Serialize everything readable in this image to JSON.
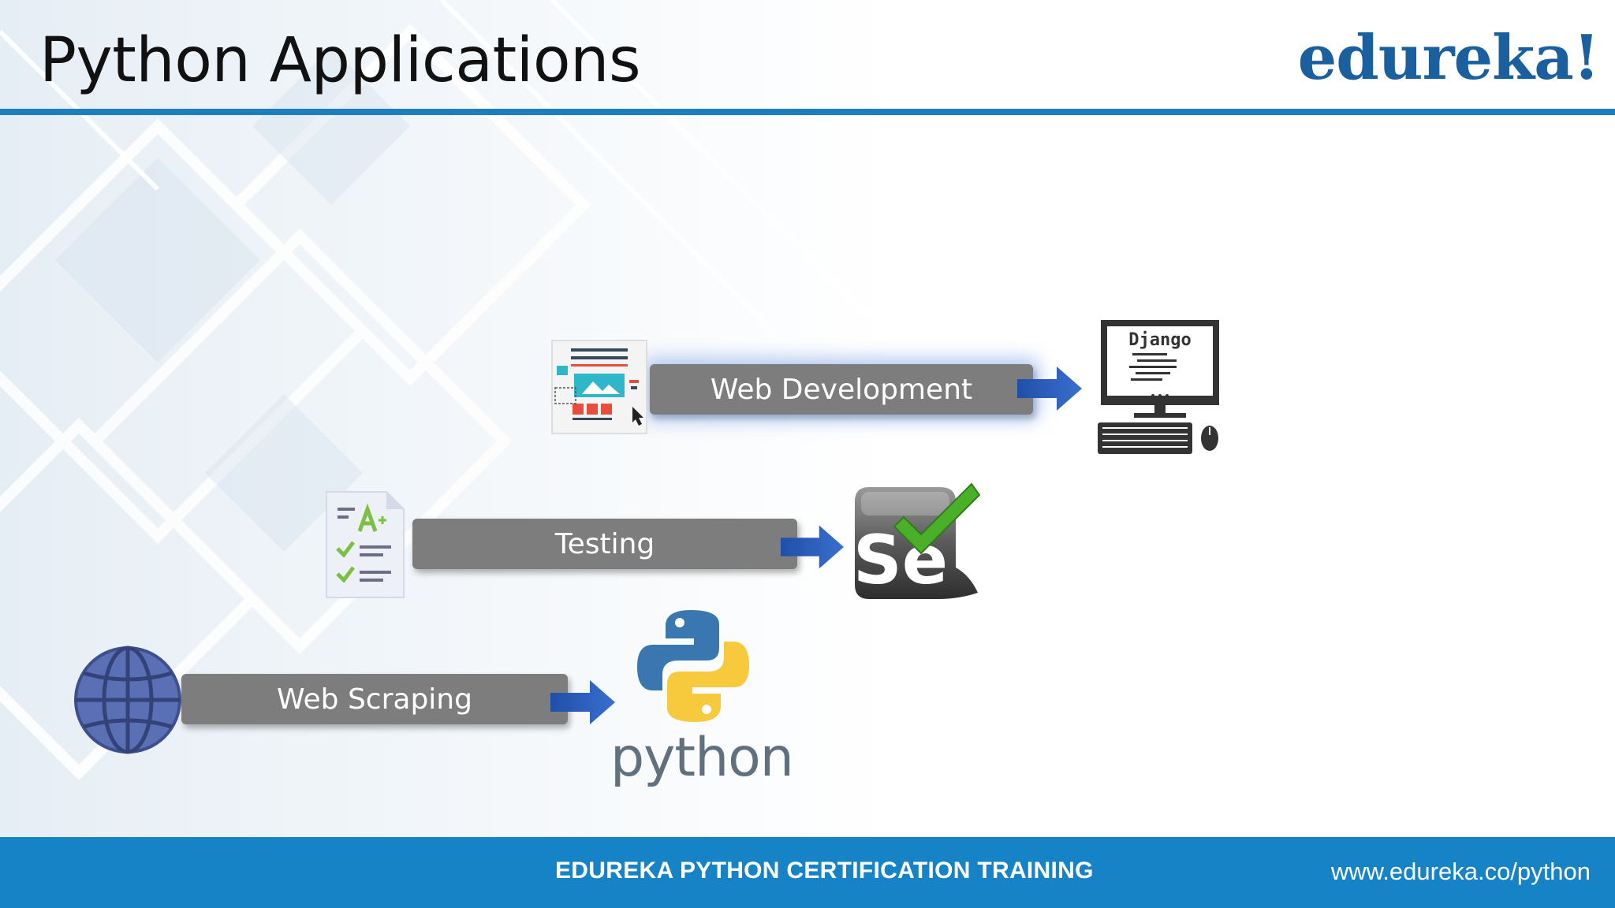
{
  "slide": {
    "title": "Python Applications",
    "brand": "edureka!"
  },
  "footer": {
    "course": "EDUREKA PYTHON CERTIFICATION TRAINING",
    "url": "www.edureka.co/python"
  },
  "applications": [
    {
      "label": "Web Development",
      "icon": "webpage-design-icon",
      "target_icon": "django-computer-icon",
      "target_text": "Django"
    },
    {
      "label": "Testing",
      "icon": "checklist-grade-icon",
      "target_icon": "selenium-logo-icon",
      "target_text": "Se"
    },
    {
      "label": "Web Scraping",
      "icon": "globe-icon",
      "target_icon": "python-logo-icon",
      "target_text": "python"
    }
  ],
  "colors": {
    "accent_blue": "#1b7dc2",
    "footer_blue": "#1583c6",
    "brand_blue": "#1a5f9e",
    "bar_gray": "#7d7d7d",
    "arrow_blue": "#2f5fc0"
  }
}
